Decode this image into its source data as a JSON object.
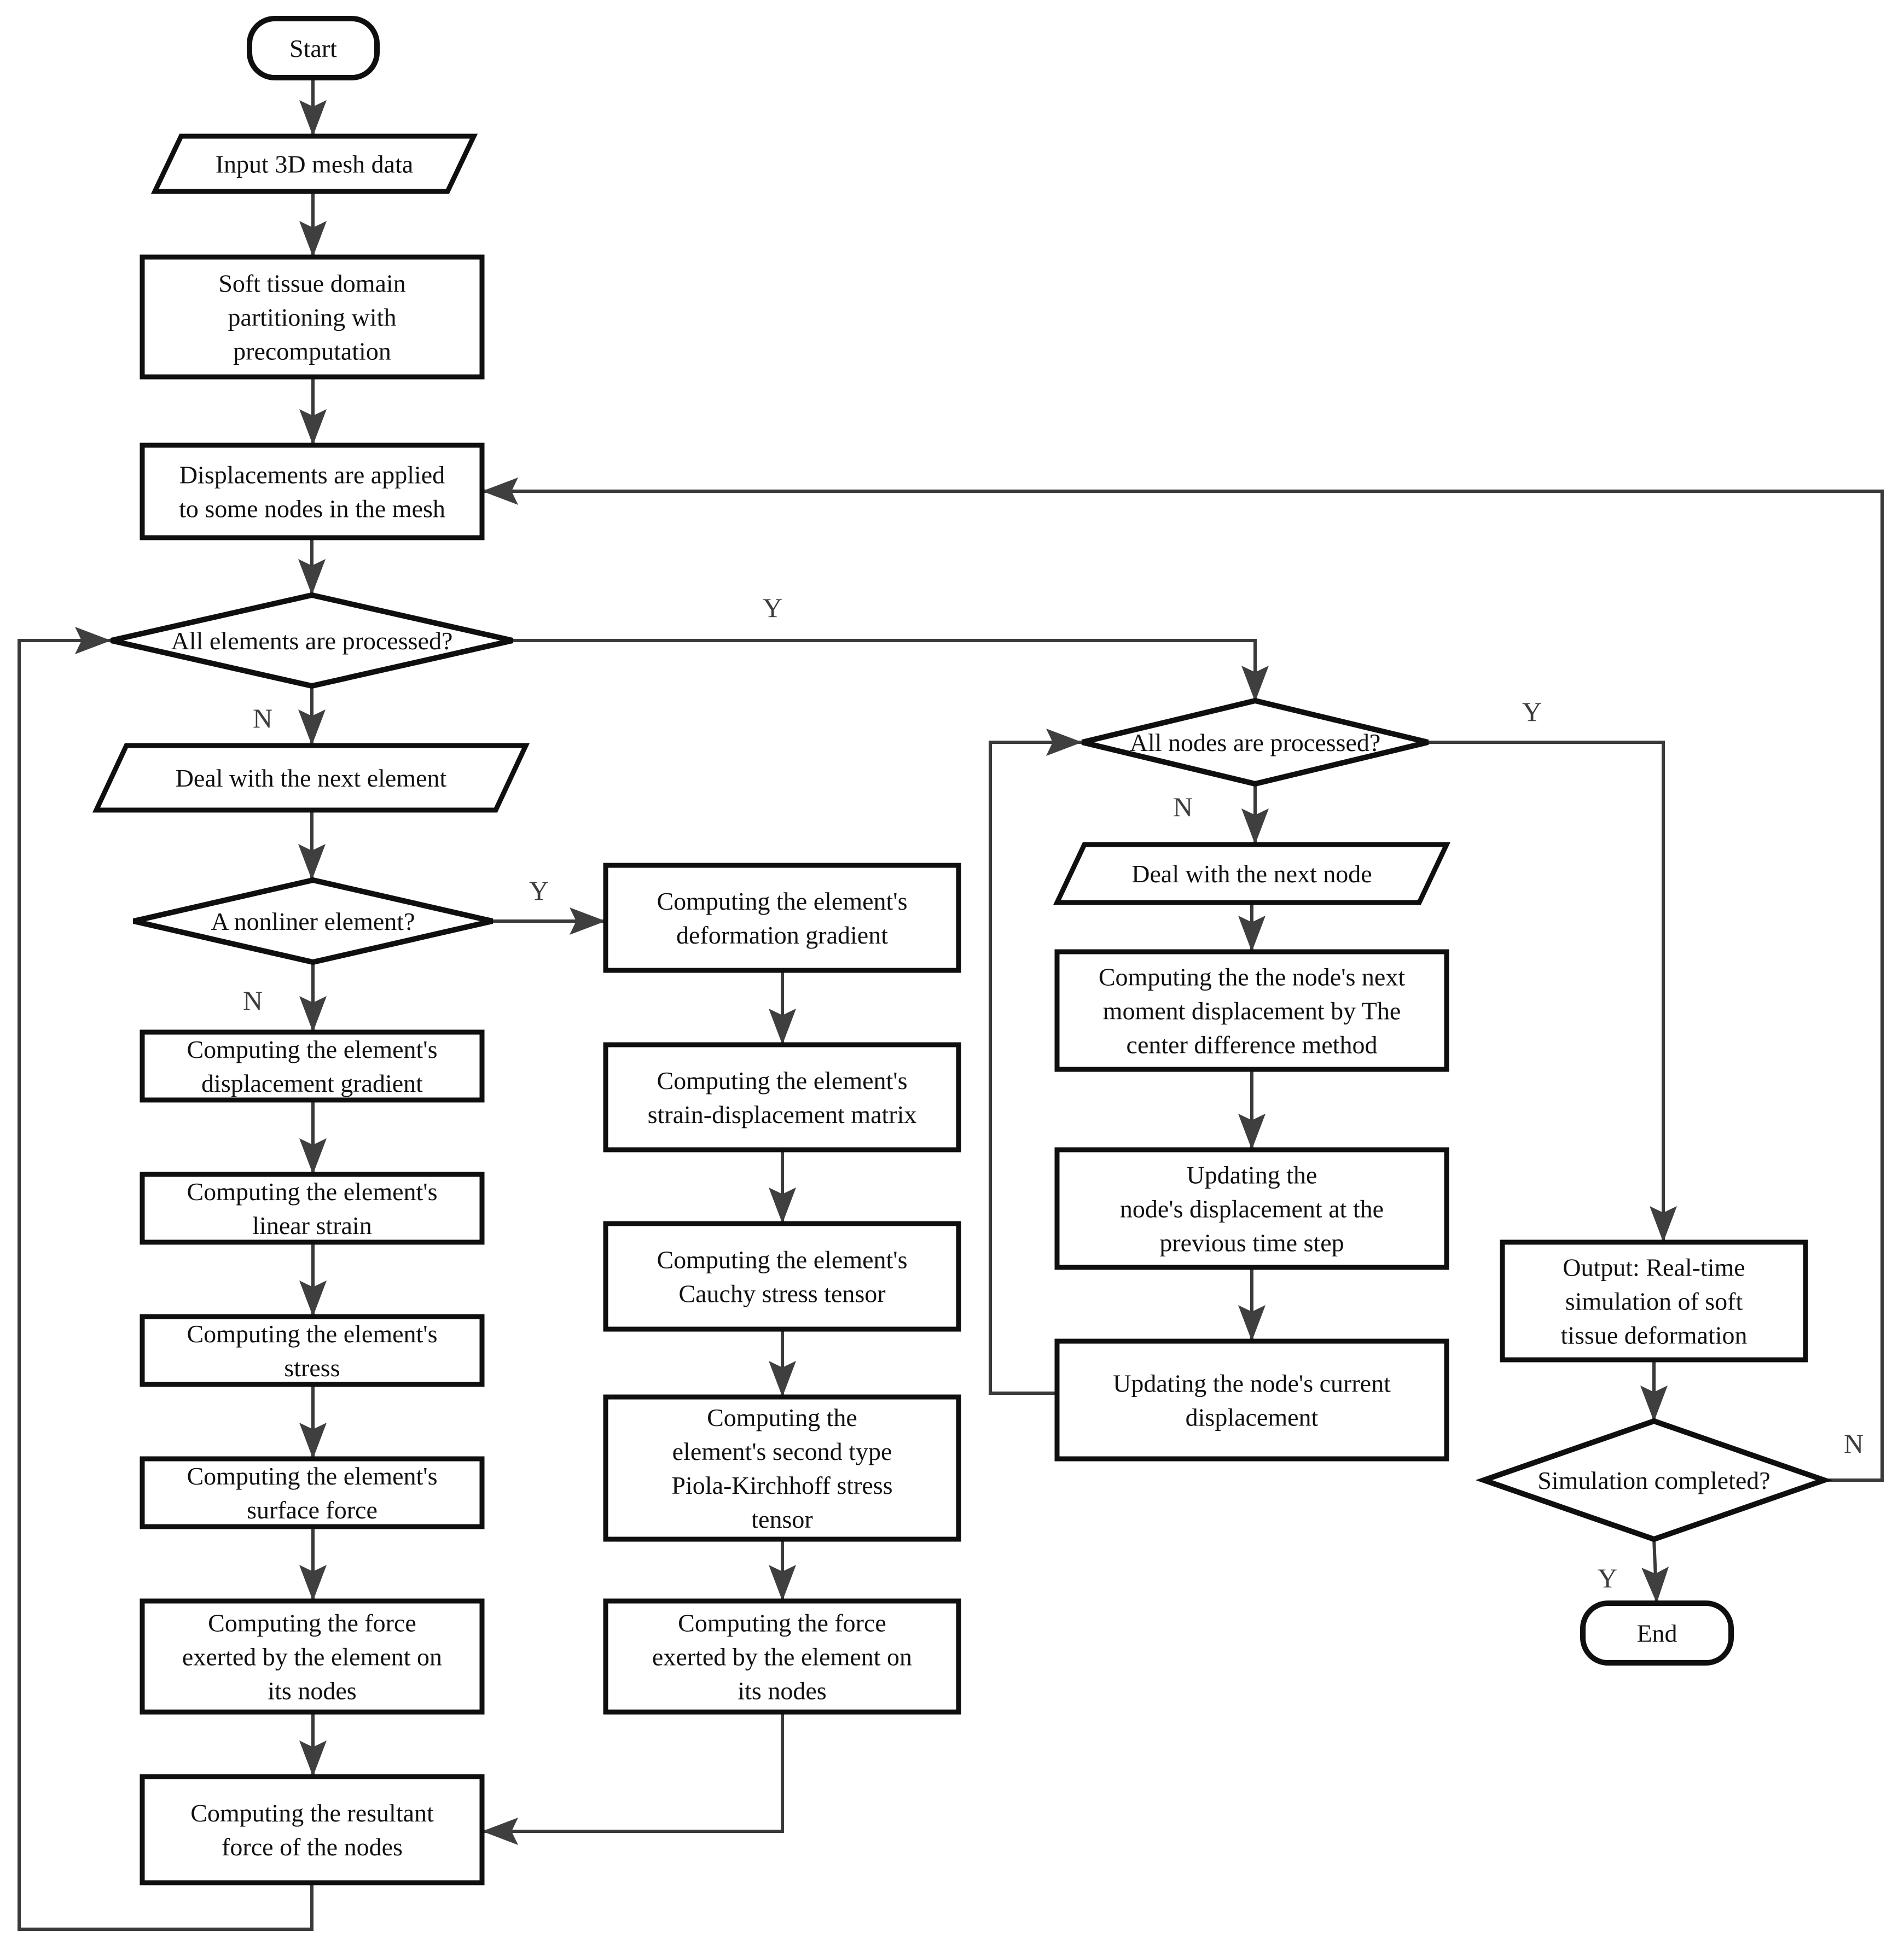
{
  "diagram": {
    "type": "flowchart",
    "description": "Real-time soft tissue deformation simulation algorithm flowchart"
  },
  "colors": {
    "shape_stroke": "#0f0f0f",
    "shape_fill": "#ffffff",
    "connector": "#3a3a3a",
    "arrowhead": "#3f3f3f",
    "text": "#111111",
    "edge_label_text": "#3d3d3d"
  },
  "nodes": [
    {
      "id": "start",
      "type": "terminator",
      "label_lines": [
        "Start"
      ]
    },
    {
      "id": "input",
      "type": "io",
      "label_lines": [
        "Input 3D mesh data"
      ]
    },
    {
      "id": "soft",
      "type": "process",
      "label_lines": [
        "Soft tissue domain",
        "partitioning with",
        "precomputation"
      ]
    },
    {
      "id": "disp",
      "type": "process",
      "label_lines": [
        "Displacements are applied",
        "to some nodes in the mesh"
      ]
    },
    {
      "id": "allelem",
      "type": "decision",
      "label_lines": [
        "All elements are processed?"
      ]
    },
    {
      "id": "dealelem",
      "type": "io",
      "label_lines": [
        "Deal with the next element"
      ]
    },
    {
      "id": "nonliner",
      "type": "decision",
      "label_lines": [
        "A nonliner element?"
      ]
    },
    {
      "id": "dispgrad",
      "type": "process",
      "label_lines": [
        "Computing the element's",
        "displacement gradient"
      ]
    },
    {
      "id": "linstrain",
      "type": "process",
      "label_lines": [
        "Computing the element's",
        "linear strain"
      ]
    },
    {
      "id": "stress",
      "type": "process",
      "label_lines": [
        "Computing the element's",
        "stress"
      ]
    },
    {
      "id": "surface",
      "type": "process",
      "label_lines": [
        "Computing the element's",
        "surface force"
      ]
    },
    {
      "id": "forceL",
      "type": "process",
      "label_lines": [
        "Computing the force",
        "exerted by the element on",
        "its nodes"
      ]
    },
    {
      "id": "resultant",
      "type": "process",
      "label_lines": [
        "Computing the resultant",
        "force of the nodes"
      ]
    },
    {
      "id": "deform",
      "type": "process",
      "label_lines": [
        "Computing the element's",
        "deformation gradient"
      ]
    },
    {
      "id": "straindisp",
      "type": "process",
      "label_lines": [
        "Computing the element's",
        "strain-displacement matrix"
      ]
    },
    {
      "id": "cauchy",
      "type": "process",
      "label_lines": [
        "Computing the element's",
        "Cauchy stress tensor"
      ]
    },
    {
      "id": "piola",
      "type": "process",
      "label_lines": [
        "Computing the",
        "element's second type",
        "Piola-Kirchhoff stress",
        "tensor"
      ]
    },
    {
      "id": "forceM",
      "type": "process",
      "label_lines": [
        "Computing the force",
        "exerted by the element on",
        "its nodes"
      ]
    },
    {
      "id": "allnodes",
      "type": "decision",
      "label_lines": [
        "All nodes are processed?"
      ]
    },
    {
      "id": "dealnode",
      "type": "io",
      "label_lines": [
        "Deal with the next node"
      ]
    },
    {
      "id": "nextmoment",
      "type": "process",
      "label_lines": [
        "Computing the the node's next",
        "moment displacement by The",
        "center difference method"
      ]
    },
    {
      "id": "updprev",
      "type": "process",
      "label_lines": [
        "Updating the",
        "node's displacement at the",
        "previous time step"
      ]
    },
    {
      "id": "updcurr",
      "type": "process",
      "label_lines": [
        "Updating the  node's current",
        "displacement"
      ]
    },
    {
      "id": "output",
      "type": "process",
      "label_lines": [
        "Output: Real-time",
        "simulation of soft",
        "tissue deformation"
      ]
    },
    {
      "id": "sim",
      "type": "decision",
      "label_lines": [
        "Simulation completed?"
      ]
    },
    {
      "id": "end",
      "type": "terminator",
      "label_lines": [
        "End"
      ]
    }
  ],
  "edges": [
    {
      "id": "e-start-input",
      "from": "start",
      "to": "input",
      "label": ""
    },
    {
      "id": "e-input-soft",
      "from": "input",
      "to": "soft",
      "label": ""
    },
    {
      "id": "e-soft-disp",
      "from": "soft",
      "to": "disp",
      "label": ""
    },
    {
      "id": "e-disp-allelem",
      "from": "disp",
      "to": "allelem",
      "label": ""
    },
    {
      "id": "e-allelem-dealelem",
      "from": "allelem",
      "to": "dealelem",
      "label": "N"
    },
    {
      "id": "e-dealelem-nonliner",
      "from": "dealelem",
      "to": "nonliner",
      "label": ""
    },
    {
      "id": "e-nonliner-dispgrad",
      "from": "nonliner",
      "to": "dispgrad",
      "label": "N"
    },
    {
      "id": "e-dispgrad-linstrain",
      "from": "dispgrad",
      "to": "linstrain",
      "label": ""
    },
    {
      "id": "e-linstrain-stress",
      "from": "linstrain",
      "to": "stress",
      "label": ""
    },
    {
      "id": "e-stress-surface",
      "from": "stress",
      "to": "surface",
      "label": ""
    },
    {
      "id": "e-surface-forceL",
      "from": "surface",
      "to": "forceL",
      "label": ""
    },
    {
      "id": "e-forceL-resultant",
      "from": "forceL",
      "to": "resultant",
      "label": ""
    },
    {
      "id": "e-nonliner-deform",
      "from": "nonliner",
      "to": "deform",
      "label": "Y"
    },
    {
      "id": "e-deform-straindisp",
      "from": "deform",
      "to": "straindisp",
      "label": ""
    },
    {
      "id": "e-straindisp-cauchy",
      "from": "straindisp",
      "to": "cauchy",
      "label": ""
    },
    {
      "id": "e-cauchy-piola",
      "from": "cauchy",
      "to": "piola",
      "label": ""
    },
    {
      "id": "e-piola-forceM",
      "from": "piola",
      "to": "forceM",
      "label": ""
    },
    {
      "id": "e-forceM-resultant",
      "from": "forceM",
      "to": "resultant",
      "label": ""
    },
    {
      "id": "e-resultant-allelem",
      "from": "resultant",
      "to": "allelem",
      "label": ""
    },
    {
      "id": "e-allelem-allnodes",
      "from": "allelem",
      "to": "allnodes",
      "label": "Y"
    },
    {
      "id": "e-allnodes-dealnode",
      "from": "allnodes",
      "to": "dealnode",
      "label": "N"
    },
    {
      "id": "e-dealnode-nextmoment",
      "from": "dealnode",
      "to": "nextmoment",
      "label": ""
    },
    {
      "id": "e-nextmoment-updprev",
      "from": "nextmoment",
      "to": "updprev",
      "label": ""
    },
    {
      "id": "e-updprev-updcurr",
      "from": "updprev",
      "to": "updcurr",
      "label": ""
    },
    {
      "id": "e-updcurr-allnodes",
      "from": "updcurr",
      "to": "allnodes",
      "label": ""
    },
    {
      "id": "e-allnodes-output",
      "from": "allnodes",
      "to": "output",
      "label": "Y"
    },
    {
      "id": "e-output-sim",
      "from": "output",
      "to": "sim",
      "label": ""
    },
    {
      "id": "e-sim-end",
      "from": "sim",
      "to": "end",
      "label": "Y"
    },
    {
      "id": "e-sim-disp",
      "from": "sim",
      "to": "disp",
      "label": "N"
    }
  ]
}
